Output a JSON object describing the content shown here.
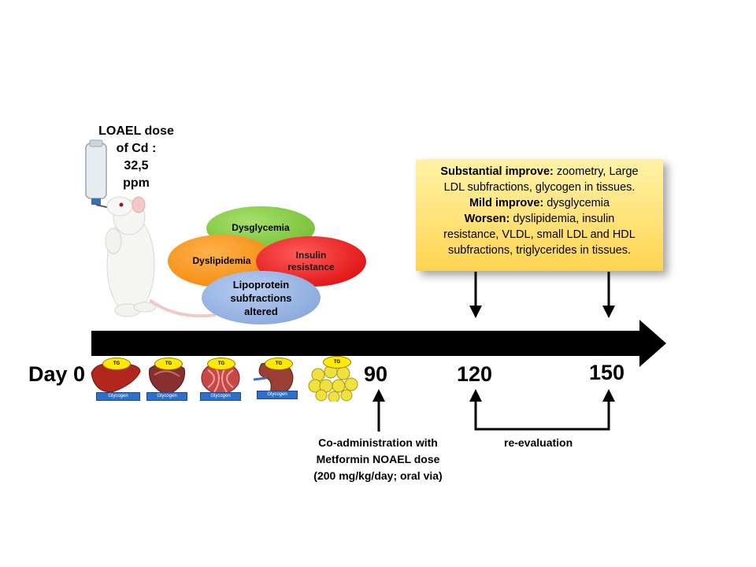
{
  "dose": {
    "lines": [
      "LOAEL dose",
      "of Cd :",
      "32,5",
      "ppm"
    ]
  },
  "effects": {
    "dysglycemia": "Dysglycemia",
    "dyslipidemia": "Dyslipidemia",
    "insulin": [
      "Insulin",
      "resistance"
    ],
    "lipoprotein": [
      "Lipoprotein",
      "subfractions",
      "altered"
    ]
  },
  "timeline": {
    "day0": "Day 0",
    "day90": "90",
    "day120": "120",
    "day150": "150"
  },
  "tissues": {
    "tg_label": "TG",
    "glycogen_label": "Glycogen"
  },
  "results": {
    "substantial_label": "Substantial improve:",
    "substantial_text_1": " zoometry, Large",
    "substantial_text_2": "LDL subfractions, glycogen in tissues.",
    "mild_label": "Mild improve:",
    "mild_text": " dysglycemia",
    "worsen_label": "Worsen:",
    "worsen_text_1": " dyslipidemia, insulin",
    "worsen_text_2": "resistance, VLDL, small LDL and HDL",
    "worsen_text_3": "subfractions, triglycerides in tissues."
  },
  "coadministration": {
    "lines": [
      "Co-administration with",
      "Metformin NOAEL dose",
      "(200 mg/kg/day; oral via)"
    ]
  },
  "reevaluation": "re-evaluation",
  "colors": {
    "dysglycemia": "#7cc63a",
    "dyslipidemia": "#f58a0a",
    "insulin": "#e60000",
    "lipoprotein": "#8faadc",
    "box": "#ffe066"
  }
}
